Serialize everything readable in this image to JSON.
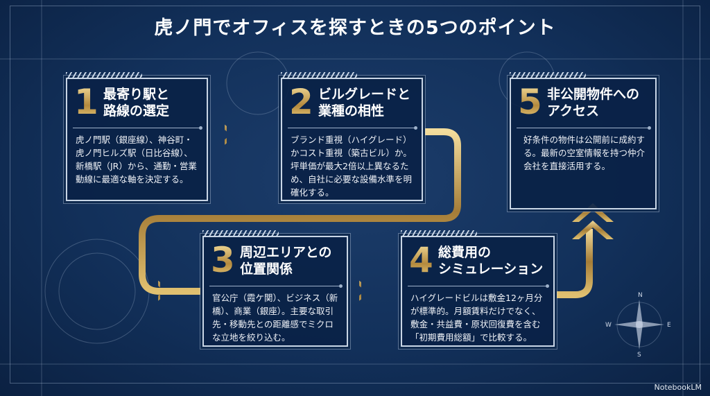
{
  "title": "虎ノ門でオフィスを探すときの5つのポイント",
  "steps": [
    {
      "num": "1",
      "title": "最寄り駅と\n路線の選定",
      "body": "虎ノ門駅（銀座線）、神谷町・虎ノ門ヒルズ駅（日比谷線）、新橋駅（JR）から、通勤・営業動線に最適な軸を決定する。"
    },
    {
      "num": "2",
      "title": "ビルグレードと\n業種の相性",
      "body": "ブランド重視（ハイグレード）かコスト重視（築古ビル）か。坪単価が最大2倍以上異なるため、自社に必要な設備水準を明確化する。"
    },
    {
      "num": "3",
      "title": "周辺エリアとの\n位置関係",
      "body": "官公庁（霞ケ関）、ビジネス（新橋）、商業（銀座）。主要な取引先・移動先との距離感でミクロな立地を絞り込む。"
    },
    {
      "num": "4",
      "title": "総費用の\nシミュレーション",
      "body": "ハイグレードビルは敷金12ヶ月分が標準的。月額賃料だけでなく、敷金・共益費・原状回復費を含む「初期費用総額」で比較する。"
    },
    {
      "num": "5",
      "title": "非公開物件への\nアクセス",
      "body": "好条件の物件は公開前に成約する。最新の空室情報を持つ仲介会社を直接活用する。"
    }
  ],
  "compass": {
    "n": "N",
    "s": "S",
    "e": "E",
    "w": "W"
  },
  "brand": "NotebookLM",
  "colors": {
    "background": "#12305a",
    "gold": "#d2ad5c",
    "card_border": "#c9d6e6"
  }
}
